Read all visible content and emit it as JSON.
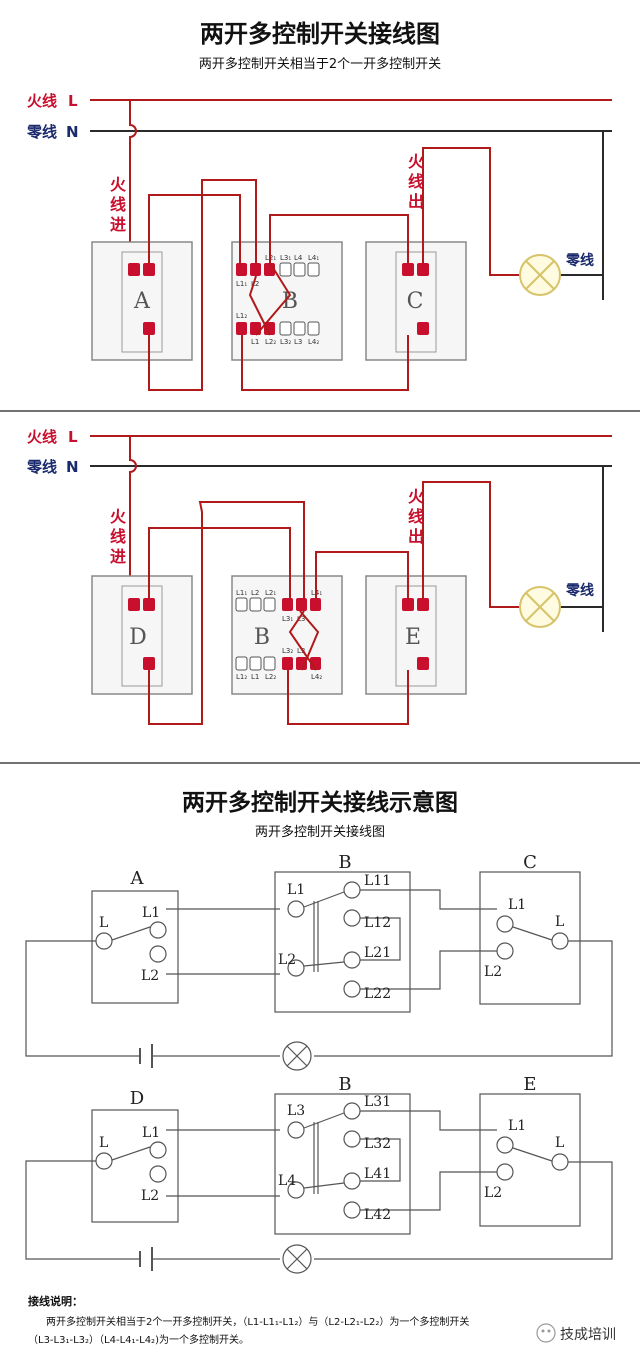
{
  "panel1": {
    "title": "两开多控制开关接线图",
    "subtitle": "两开多控制开关相当于2个一开多控制开关",
    "live_label": "火线",
    "live_letter": "L",
    "neutral_label": "零线",
    "neutral_letter": "N",
    "live_in": [
      "火",
      "线",
      "进"
    ],
    "live_out": [
      "火",
      "线",
      "出"
    ],
    "lamp_neutral": "零线",
    "switch_left": "A",
    "switch_mid": "B",
    "switch_right": "C",
    "terminals_top": [
      "L1₁",
      "L2",
      "L2₁",
      "L3₁",
      "L4",
      "L4₁"
    ],
    "terminals_bottom": [
      "L1₂",
      "L1",
      "L2₂",
      "L3₂",
      "L3",
      "L4₂"
    ]
  },
  "panel2": {
    "live_label": "火线",
    "live_letter": "L",
    "neutral_label": "零线",
    "neutral_letter": "N",
    "live_in": [
      "火",
      "线",
      "进"
    ],
    "live_out": [
      "火",
      "线",
      "出"
    ],
    "lamp_neutral": "零线",
    "switch_left": "D",
    "switch_mid": "B",
    "switch_right": "E",
    "terminals_top": [
      "L1₁",
      "L2",
      "L2₁",
      "L3₁",
      "L3",
      "L4₁"
    ],
    "terminals_bottom": [
      "L1₂",
      "L1",
      "L2₂",
      "L3₂",
      "L3",
      "L4₂"
    ]
  },
  "schematic": {
    "title": "两开多控制开关接线示意图",
    "subtitle": "两开多控制开关接线图",
    "top": {
      "left_name": "A",
      "mid_name": "B",
      "right_name": "C",
      "left_L": "L",
      "left_L1": "L1",
      "left_L2": "L2",
      "mid_a": "L1",
      "mid_b": "L2",
      "mid_out": [
        "L11",
        "L12",
        "L21",
        "L22"
      ],
      "right_L1": "L1",
      "right_L2": "L2",
      "right_L": "L"
    },
    "bottom": {
      "left_name": "D",
      "mid_name": "B",
      "right_name": "E",
      "left_L": "L",
      "left_L1": "L1",
      "left_L2": "L2",
      "mid_a": "L3",
      "mid_b": "L4",
      "mid_out": [
        "L31",
        "L32",
        "L41",
        "L42"
      ],
      "right_L1": "L1",
      "right_L2": "L2",
      "right_L": "L"
    }
  },
  "notes": {
    "heading": "接线说明：",
    "line1": "两开多控制开关相当于2个一开多控制开关，（L1-L1₁-L1₂）与（L2-L2₁-L2₂）为一个多控制开关",
    "line2": "（L3-L3₁-L3₂）（L4-L4₁-L4₂)为一个多控制开关。"
  },
  "watermark": "技成培训",
  "colors": {
    "live": "#b01a1a",
    "neutral": "#2a2a2a",
    "terminal": "#c8102e",
    "label_red": "#c8102e",
    "label_blue": "#1a2a6c"
  }
}
